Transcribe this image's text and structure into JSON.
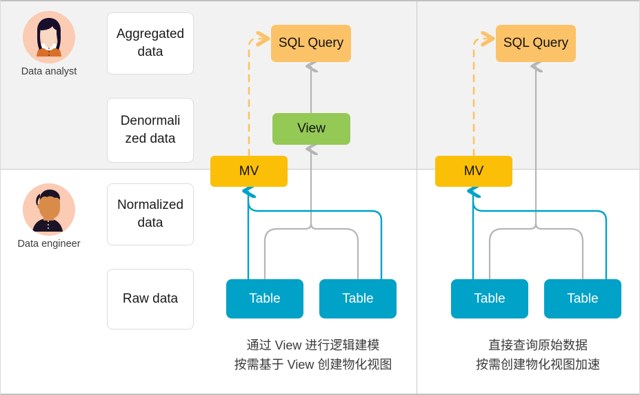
{
  "personas": [
    {
      "id": "data-analyst",
      "label": "Data analyst",
      "avatar": "female-analyst-avatar"
    },
    {
      "id": "data-engineer",
      "label": "Data engineer",
      "avatar": "male-engineer-avatar"
    }
  ],
  "data_cards": [
    {
      "id": "aggregated",
      "label": "Aggregated data"
    },
    {
      "id": "denormalized",
      "label": "Denormali zed data"
    },
    {
      "id": "normalized",
      "label": "Normalized data"
    },
    {
      "id": "raw",
      "label": "Raw data"
    }
  ],
  "columns": [
    {
      "id": "left-column",
      "caption_line1": "通过 View 进行逻辑建模",
      "caption_line2": "按需基于 View 创建物化视图",
      "nodes": [
        {
          "id": "sql-query",
          "label": "SQL Query"
        },
        {
          "id": "view",
          "label": "View"
        },
        {
          "id": "mv",
          "label": "MV"
        },
        {
          "id": "table-1",
          "label": "Table"
        },
        {
          "id": "table-2",
          "label": "Table"
        }
      ]
    },
    {
      "id": "right-column",
      "caption_line1": "直接查询原始数据",
      "caption_line2": "按需创建物化视图加速",
      "nodes": [
        {
          "id": "sql-query",
          "label": "SQL Query"
        },
        {
          "id": "mv",
          "label": "MV"
        },
        {
          "id": "table-1",
          "label": "Table"
        },
        {
          "id": "table-2",
          "label": "Table"
        }
      ]
    }
  ],
  "colors": {
    "sql_query": "#fbc268",
    "view": "#95c956",
    "mv": "#fbbf07",
    "table": "#00a2c7",
    "wire_gray": "#b5b5b5",
    "wire_blue": "#00a2c7",
    "wire_orange_dashed": "#fbc268",
    "panel_background": "#f2f2f2",
    "avatar_background": "#fbcbb4"
  }
}
